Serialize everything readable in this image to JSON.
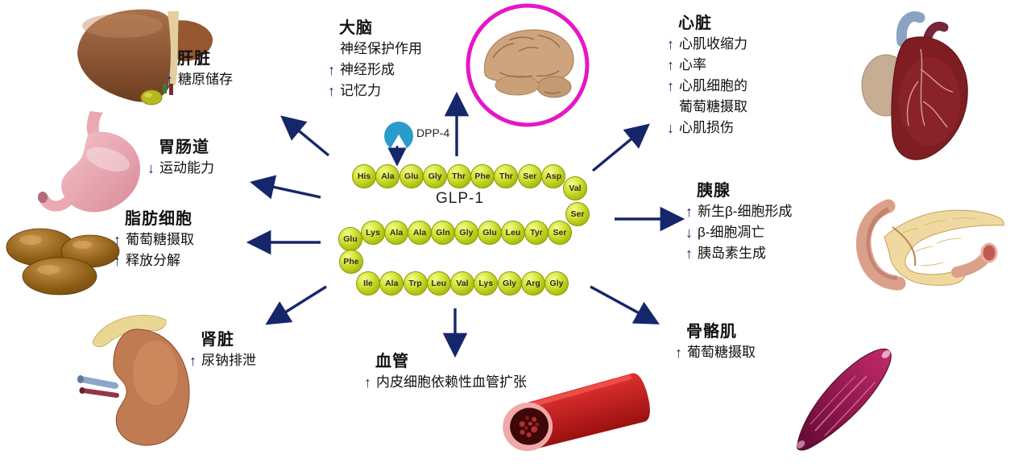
{
  "title": "GLP-1 multi-organ effects diagram",
  "colors": {
    "arrow_navy": "#16266b",
    "bead_green": "#b8cc10",
    "brain_ring_magenta": "#e616c6",
    "dpp4_blue": "#2a9cc9"
  },
  "center": {
    "label": "GLP-1",
    "enzyme": "DPP-4",
    "sequence": {
      "row1": [
        "His",
        "Ala",
        "Glu",
        "Gly",
        "Thr",
        "Phe",
        "Thr",
        "Ser",
        "Asp"
      ],
      "right_turn": [
        "Val",
        "Ser"
      ],
      "row2": [
        "Lys",
        "Ala",
        "Ala",
        "Gln",
        "Gly",
        "Glu",
        "Leu",
        "Tyr",
        "Ser"
      ],
      "left_turn": [
        "Glu",
        "Phe"
      ],
      "row3": [
        "Ile",
        "Ala",
        "Trp",
        "Leu",
        "Val",
        "Lys",
        "Gly",
        "Arg",
        "Gly"
      ]
    }
  },
  "organs": {
    "liver": {
      "title": "肝脏",
      "effects": [
        {
          "arrow": "↑",
          "text": "糖原储存"
        }
      ]
    },
    "gi": {
      "title": "胃肠道",
      "effects": [
        {
          "arrow": "↓",
          "text": "运动能力"
        }
      ]
    },
    "fat": {
      "title": "脂肪细胞",
      "effects": [
        {
          "arrow": "↑",
          "text": "葡萄糖摄取"
        },
        {
          "arrow": "↑",
          "text": "释放分解"
        }
      ]
    },
    "kidney": {
      "title": "肾脏",
      "effects": [
        {
          "arrow": "↑",
          "text": "尿钠排泄"
        }
      ]
    },
    "brain": {
      "title": "大脑",
      "effects": [
        {
          "arrow": "",
          "text": "神经保护作用"
        },
        {
          "arrow": "↑",
          "text": "神经形成"
        },
        {
          "arrow": "↑",
          "text": "记忆力"
        }
      ]
    },
    "heart": {
      "title": "心脏",
      "effects": [
        {
          "arrow": "↑",
          "text": "心肌收缩力"
        },
        {
          "arrow": "↑",
          "text": "心率"
        },
        {
          "arrow": "↑",
          "text": "心肌细胞的"
        },
        {
          "arrow": "",
          "text": "葡萄糖摄取"
        },
        {
          "arrow": "↓",
          "text": "心肌损伤"
        }
      ]
    },
    "pancreas": {
      "title": "胰腺",
      "effects": [
        {
          "arrow": "↑",
          "text": "新生β-细胞形成"
        },
        {
          "arrow": "↓",
          "text": "β-细胞凋亡"
        },
        {
          "arrow": "↑",
          "text": "胰岛素生成"
        }
      ]
    },
    "muscle": {
      "title": "骨骼肌",
      "effects": [
        {
          "arrow": "↑",
          "text": "葡萄糖摄取"
        }
      ]
    },
    "vessel": {
      "title": "血管",
      "effects": [
        {
          "arrow": "↑",
          "text": "内皮细胞依赖性血管扩张"
        }
      ]
    }
  }
}
